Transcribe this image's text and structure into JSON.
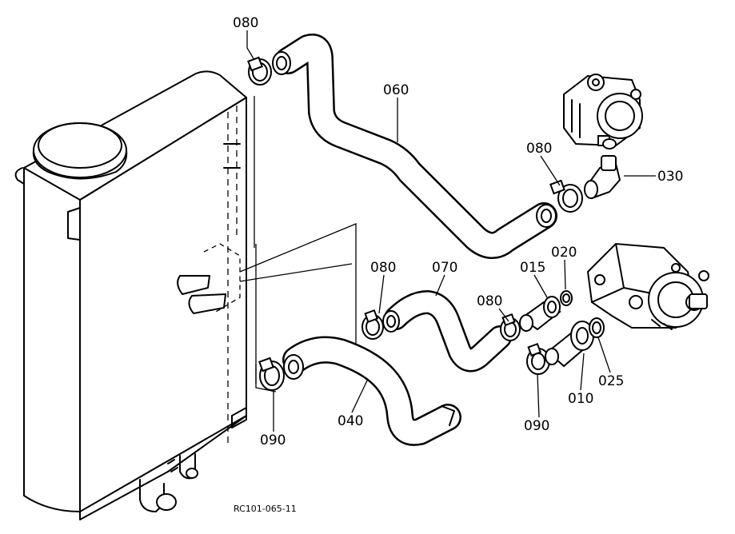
{
  "diagram": {
    "part_labels": {
      "p010": "010",
      "p015": "015",
      "p020": "020",
      "p025": "025",
      "p030": "030",
      "p040": "040",
      "p060": "060",
      "p070": "070",
      "p080_top": "080",
      "p080_right": "080",
      "p080_mid": "080",
      "p080_center": "080",
      "p090_left": "090",
      "p090_right": "090"
    },
    "drawing_code": "RC101-065-11"
  }
}
